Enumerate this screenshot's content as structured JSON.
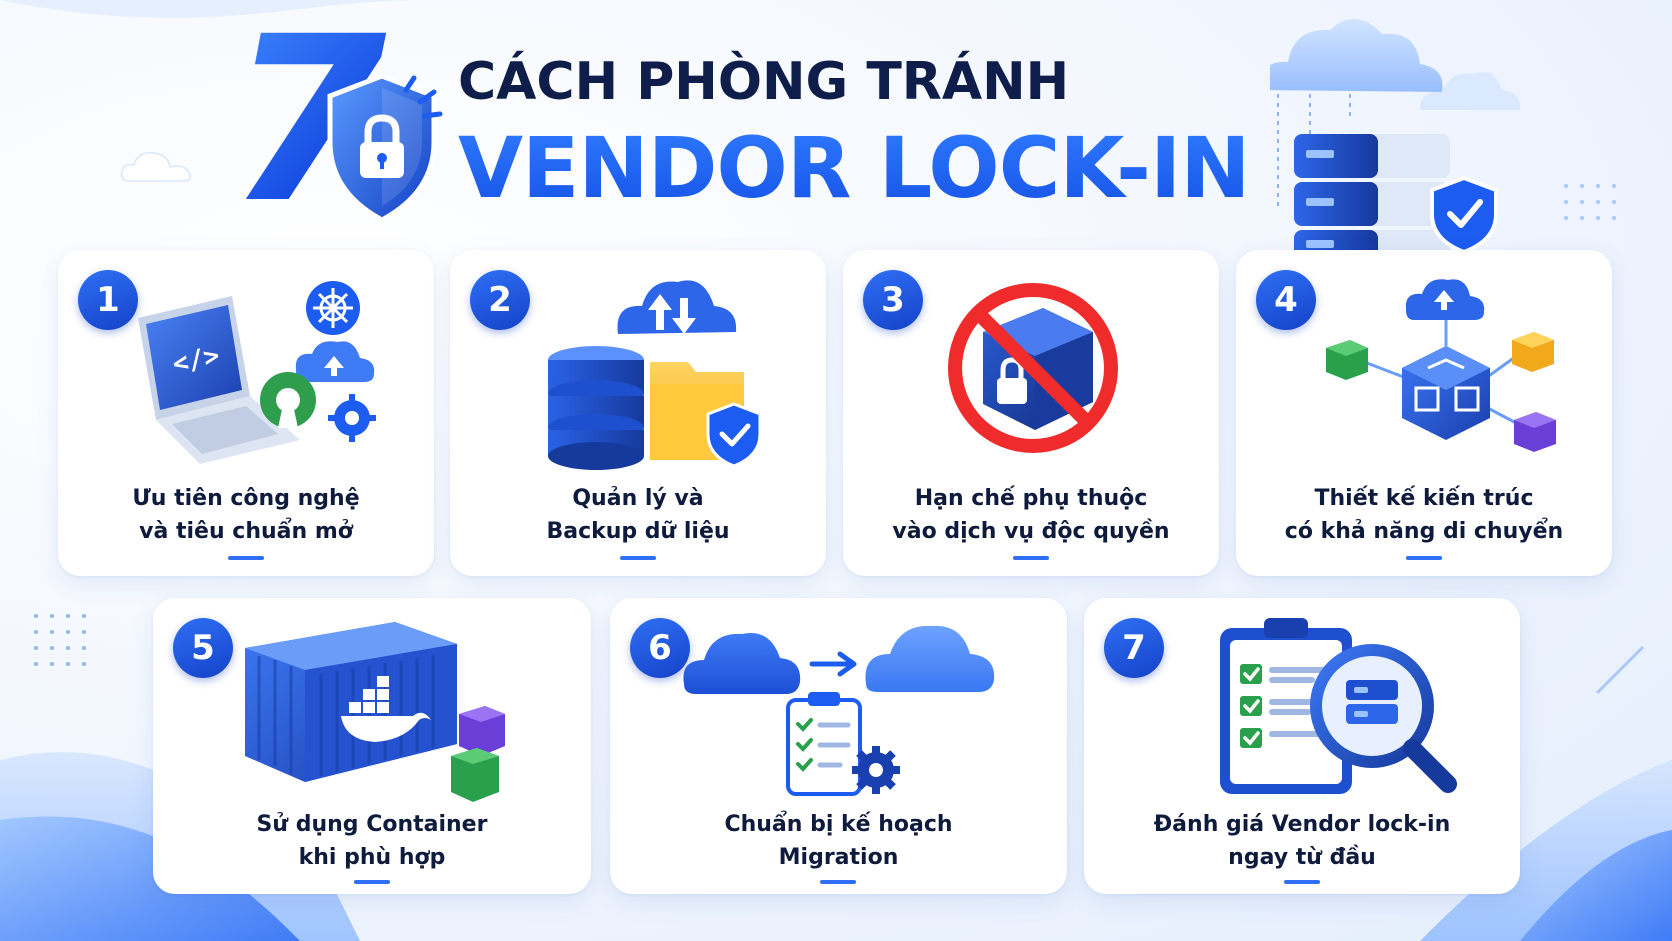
{
  "header": {
    "number": "7",
    "title_line1": "CÁCH PHÒNG TRÁNH",
    "title_line2": "VENDOR LOCK-IN"
  },
  "colors": {
    "primary": "#1d5cf0",
    "dark_text": "#0e1d49",
    "background": "#eef4fd"
  },
  "cards": [
    {
      "number": "1",
      "line1": "Ưu tiên công nghệ",
      "line2": "và tiêu chuẩn mở",
      "icon": "laptop-code-icon"
    },
    {
      "number": "2",
      "line1": "Quản lý và",
      "line2": "Backup dữ liệu",
      "icon": "database-backup-icon"
    },
    {
      "number": "3",
      "line1": "Hạn chế phụ thuộc",
      "line2": "vào dịch vụ độc quyền",
      "icon": "prohibited-locked-box-icon"
    },
    {
      "number": "4",
      "line1": "Thiết kế kiến trúc",
      "line2": "có khả năng di chuyển",
      "icon": "portable-architecture-icon"
    },
    {
      "number": "5",
      "line1": "Sử dụng Container",
      "line2": "khi phù hợp",
      "icon": "container-icon"
    },
    {
      "number": "6",
      "line1": "Chuẩn bị kế hoạch",
      "line2": "Migration",
      "icon": "cloud-migration-icon"
    },
    {
      "number": "7",
      "line1": "Đánh giá Vendor lock-in",
      "line2": "ngay từ đầu",
      "icon": "checklist-magnifier-icon"
    }
  ]
}
